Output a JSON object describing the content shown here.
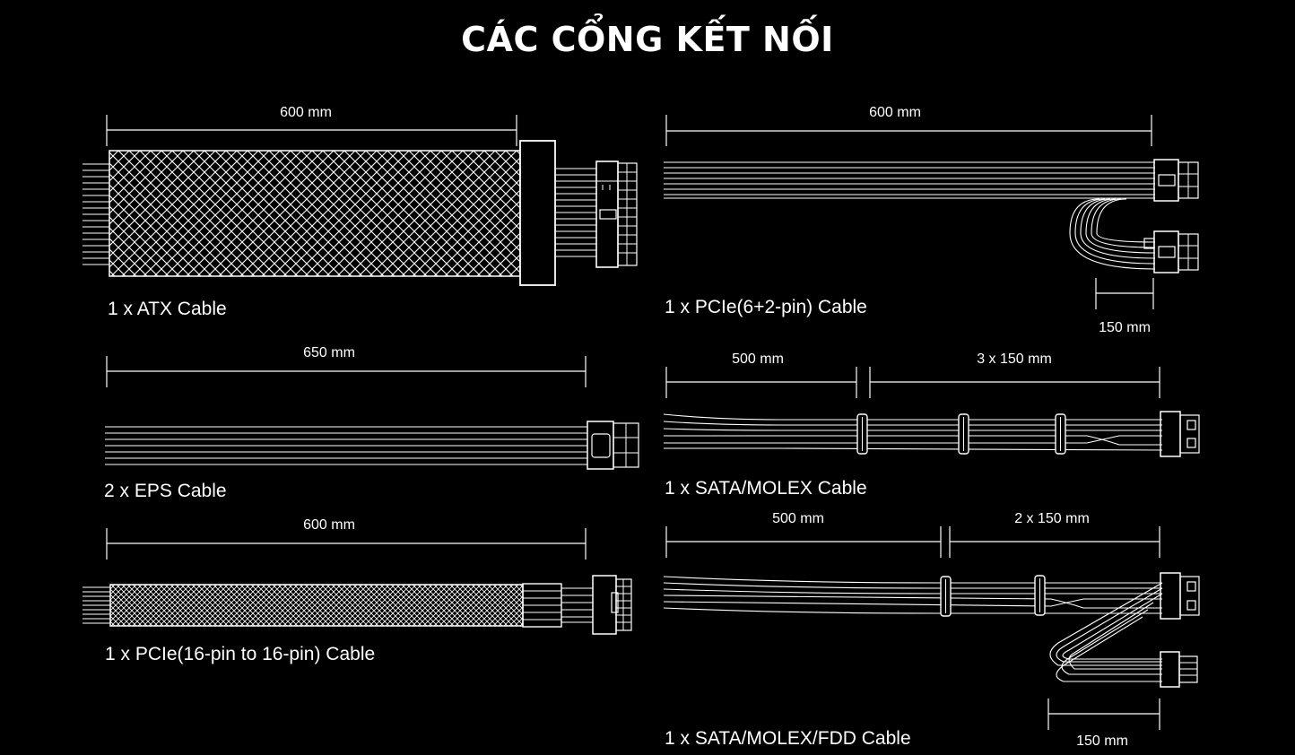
{
  "title": "CÁC CỔNG KẾT NỐI",
  "colors": {
    "background": "#000000",
    "line": "#ffffff"
  },
  "cables": [
    {
      "id": "atx",
      "label": "1 x ATX Cable",
      "lengths": [
        "600 mm"
      ]
    },
    {
      "id": "pcie-6-2",
      "label": "1 x PCIe(6+2-pin) Cable",
      "lengths": [
        "600 mm",
        "150 mm"
      ]
    },
    {
      "id": "eps",
      "label": "2 x EPS Cable",
      "lengths": [
        "650 mm"
      ]
    },
    {
      "id": "sata-molex",
      "label": "1 x SATA/MOLEX Cable",
      "lengths": [
        "500 mm",
        "3 x 150 mm"
      ]
    },
    {
      "id": "pcie-16",
      "label": "1 x PCIe(16-pin to 16-pin) Cable",
      "lengths": [
        "600 mm"
      ]
    },
    {
      "id": "sata-molex-fdd",
      "label": "1 x SATA/MOLEX/FDD Cable",
      "lengths": [
        "500 mm",
        "2 x 150 mm",
        "150 mm"
      ]
    }
  ]
}
